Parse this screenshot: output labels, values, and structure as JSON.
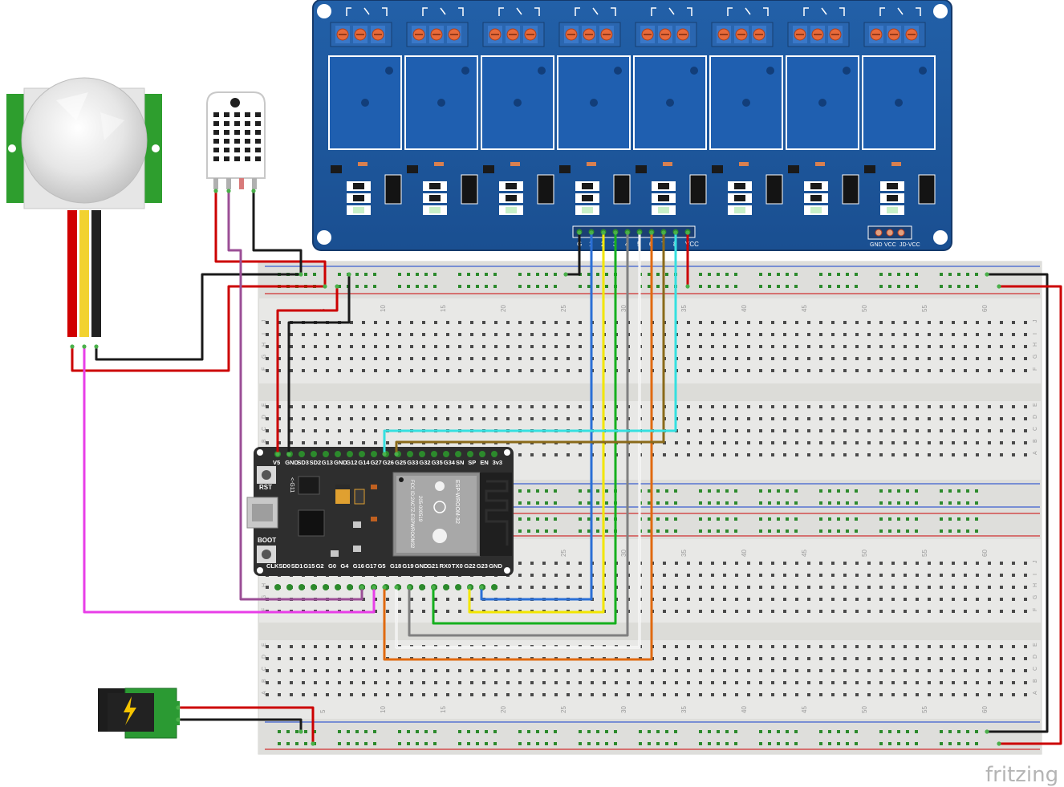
{
  "watermark": "fritzing",
  "breadboard": {
    "column_numbers": [
      "5",
      "10",
      "15",
      "20",
      "25",
      "30",
      "35",
      "40",
      "45",
      "50",
      "55",
      "60"
    ],
    "row_letters_top": [
      "J",
      "I",
      "H",
      "G",
      "F"
    ],
    "row_letters_bottom": [
      "E",
      "D",
      "C",
      "B",
      "A"
    ]
  },
  "relay_module": {
    "channels": 8,
    "input_pins": [
      "GND",
      "IN1",
      "IN2",
      "IN3",
      "IN4",
      "IN5",
      "IN6",
      "IN7",
      "IN8",
      "VCC"
    ],
    "input_pins_short": [
      "G",
      "1",
      "2",
      "3",
      "4",
      "5",
      "6",
      "7",
      "8",
      "VCC"
    ],
    "jumper_labels": [
      "GND",
      "VCC",
      "JD-VCC"
    ]
  },
  "esp32": {
    "top_pins": [
      "V5",
      "GND",
      "SD3",
      "SD2",
      "G13",
      "GND",
      "G12",
      "G14",
      "G27",
      "G26",
      "G25",
      "G33",
      "G32",
      "G35",
      "G34",
      "SN",
      "SP",
      "EN",
      "3v3"
    ],
    "bottom_pins": [
      "CLK",
      "SD0",
      "SD1",
      "G15",
      "G2",
      "G0",
      "G4",
      "G16",
      "G17",
      "G5",
      "G18",
      "G19",
      "GND",
      "G21",
      "RX0",
      "TX0",
      "G22",
      "G23",
      "GND"
    ],
    "buttons": [
      "RST",
      "BOOT"
    ],
    "module_text": [
      "ESP-WROOM-32",
      "205-000519",
      "FCC ID:2AC7Z-ESPWROOM32"
    ],
    "side_label": "<-G11"
  },
  "components": [
    "PIR motion sensor",
    "DHT22 sensor",
    "8-channel relay module",
    "ESP32 DevKit",
    "DC barrel jack"
  ],
  "wire_colors": {
    "power": "#d40000",
    "ground": "#1a1a1a",
    "pir_signal": "#e83ee8",
    "dht_signal": "#9b4f96",
    "in1": "#2a6fd6",
    "in2": "#f2e600",
    "in3": "#16b01e",
    "in4": "#808080",
    "in5": "#ffffff",
    "in6": "#e06a10",
    "in7": "#8a6a1a",
    "in8": "#35e0e0"
  }
}
